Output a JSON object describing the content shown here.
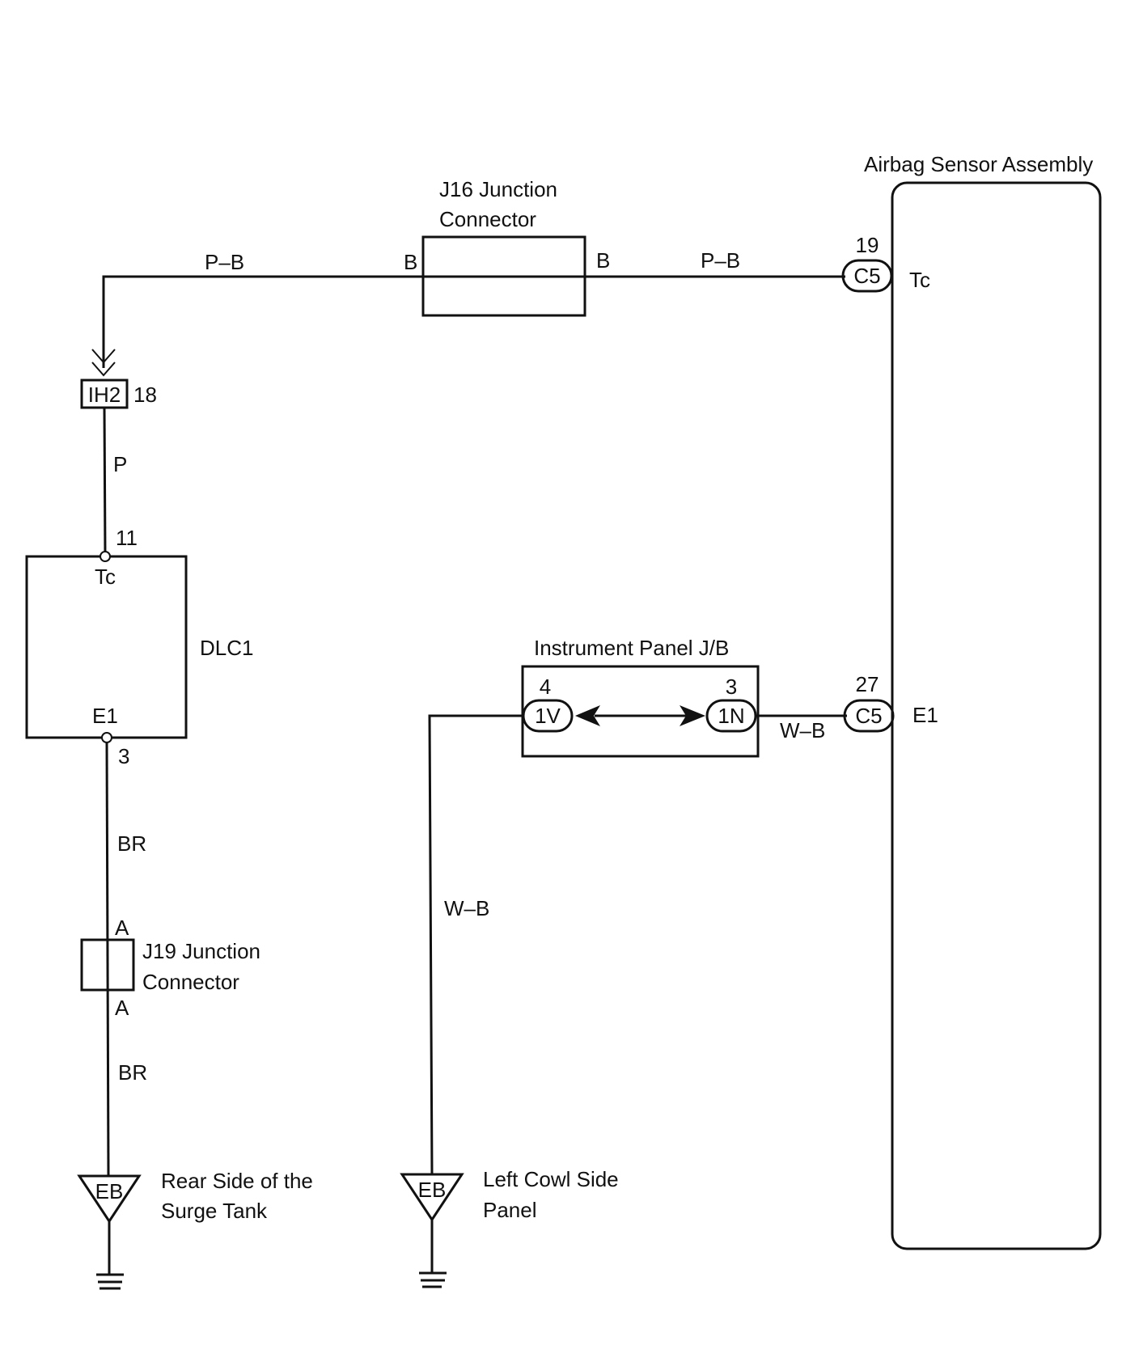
{
  "components": {
    "airbag": {
      "label": "Airbag Sensor Assembly",
      "pin_tc": "Tc",
      "pin_e1": "E1"
    },
    "j16": {
      "line1": "J16 Junction",
      "line2": "Connector",
      "pin_left": "B",
      "pin_right": "B"
    },
    "dlc1": {
      "label": "DLC1",
      "pin_tc": "Tc",
      "pin_e1": "E1",
      "pin_tc_no": "11",
      "pin_e1_no": "3"
    },
    "ih2": {
      "label": "IH2",
      "pin_no": "18"
    },
    "ip_jb": {
      "label": "Instrument Panel J/B",
      "left_conn": "1V",
      "left_pin": "4",
      "right_conn": "1N",
      "right_pin": "3"
    },
    "c5_top": {
      "label": "C5",
      "pin_no": "19"
    },
    "c5_bottom": {
      "label": "C5",
      "pin_no": "27"
    },
    "j19": {
      "line1": "J19 Junction",
      "line2": "Connector",
      "pin_top": "A",
      "pin_bottom": "A"
    },
    "ground_left": {
      "label": "EB",
      "line1": "Rear Side of the",
      "line2": "Surge Tank"
    },
    "ground_right": {
      "label": "EB",
      "line1": "Left Cowl Side",
      "line2": "Panel"
    }
  },
  "wires": {
    "pb_left": "P–B",
    "pb_right": "P–B",
    "p": "P",
    "br_upper": "BR",
    "br_lower": "BR",
    "wb_mid": "W–B",
    "wb_right": "W–B"
  }
}
